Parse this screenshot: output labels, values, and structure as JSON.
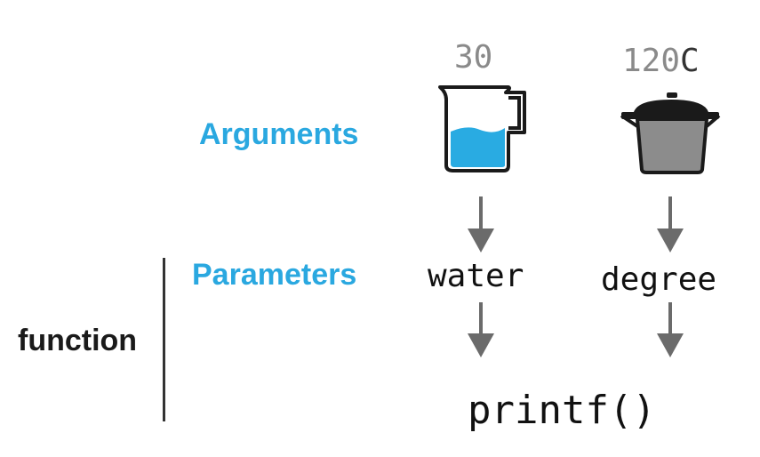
{
  "diagram": {
    "labels": {
      "arguments": "Arguments",
      "parameters": "Parameters",
      "function": "function"
    },
    "arguments": [
      {
        "value": "30",
        "unit": "",
        "icon": "water-jug-icon"
      },
      {
        "value": "120",
        "unit": "C",
        "icon": "cooking-pot-icon"
      }
    ],
    "parameters": [
      "water",
      "degree"
    ],
    "function_call": "printf()",
    "colors": {
      "accent": "#2aa8e0",
      "arrow": "#6b6b6b",
      "pot": "#8c8c8c",
      "outline": "#1a1a1a"
    }
  }
}
